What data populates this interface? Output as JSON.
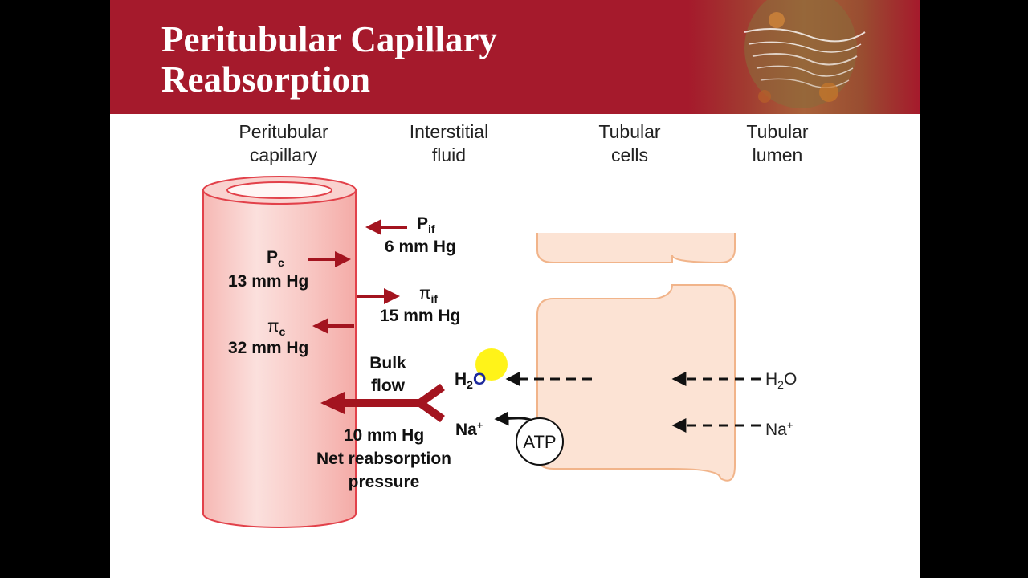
{
  "slide": {
    "title_line1": "Peritubular Capillary",
    "title_line2": "Reabsorption"
  },
  "columns": {
    "capillary_line1": "Peritubular",
    "capillary_line2": "capillary",
    "interstitial_line1": "Interstitial",
    "interstitial_line2": "fluid",
    "cells_line1": "Tubular",
    "cells_line2": "cells",
    "lumen_line1": "Tubular",
    "lumen_line2": "lumen"
  },
  "forces": {
    "pif_symbol": "P",
    "pif_sub": "if",
    "pif_value": "6 mm Hg",
    "pc_symbol": "P",
    "pc_sub": "c",
    "pc_value": "13 mm Hg",
    "piif_symbol": "π",
    "piif_sub": "if",
    "piif_value": "15 mm Hg",
    "pic_symbol": "π",
    "pic_sub": "c",
    "pic_value": "32 mm Hg"
  },
  "bulk": {
    "line1": "Bulk",
    "line2": "flow",
    "net_value": "10 mm Hg",
    "net_line1": "Net reabsorption",
    "net_line2": "pressure"
  },
  "solutes": {
    "h2o_H": "H",
    "h2o_sub": "2",
    "h2o_O": "O",
    "na": "Na",
    "na_sup": "+",
    "atp": "ATP"
  },
  "colors": {
    "header": "#a51a2c",
    "capillary": "#f7c9c6",
    "capillary_edge": "#e2414a",
    "arrow_red": "#a3141f",
    "cell_fill": "#fce3d4",
    "cell_edge": "#f1b48a",
    "highlight": "#fff200"
  }
}
